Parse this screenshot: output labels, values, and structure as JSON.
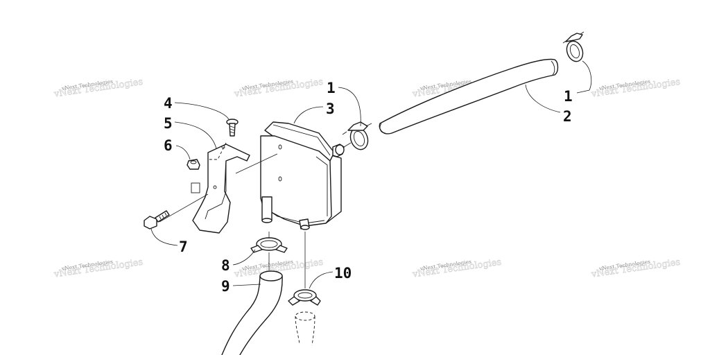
{
  "watermark": {
    "text": "vNext Technologies"
  },
  "callouts": {
    "c1a": "1",
    "c1b": "1",
    "c2": "2",
    "c3": "3",
    "c4": "4",
    "c5": "5",
    "c6": "6",
    "c7": "7",
    "c8": "8",
    "c9": "9",
    "c10": "10"
  }
}
